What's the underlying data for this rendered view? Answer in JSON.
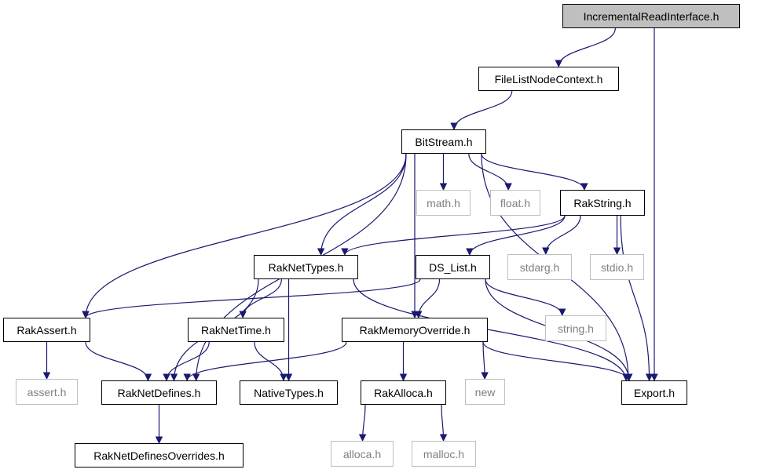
{
  "diagram": {
    "title": "",
    "nodes": [
      {
        "id": "IncrementalReadInterface",
        "label": "IncrementalReadInterface.h",
        "style": "root",
        "link": false
      },
      {
        "id": "FileListNodeContext",
        "label": "FileListNodeContext.h",
        "style": "solid",
        "link": true
      },
      {
        "id": "BitStream",
        "label": "BitStream.h",
        "style": "solid",
        "link": true
      },
      {
        "id": "math",
        "label": "math.h",
        "style": "ext",
        "link": false
      },
      {
        "id": "float",
        "label": "float.h",
        "style": "ext",
        "link": false
      },
      {
        "id": "RakString",
        "label": "RakString.h",
        "style": "solid",
        "link": true
      },
      {
        "id": "RakNetTypes",
        "label": "RakNetTypes.h",
        "style": "solid",
        "link": true
      },
      {
        "id": "DS_List",
        "label": "DS_List.h",
        "style": "solid",
        "link": true
      },
      {
        "id": "stdarg",
        "label": "stdarg.h",
        "style": "ext",
        "link": false
      },
      {
        "id": "stdio",
        "label": "stdio.h",
        "style": "ext",
        "link": false
      },
      {
        "id": "RakAssert",
        "label": "RakAssert.h",
        "style": "solid",
        "link": true
      },
      {
        "id": "RakNetTime",
        "label": "RakNetTime.h",
        "style": "solid",
        "link": true
      },
      {
        "id": "RakMemoryOverride",
        "label": "RakMemoryOverride.h",
        "style": "solid",
        "link": true
      },
      {
        "id": "string",
        "label": "string.h",
        "style": "ext",
        "link": false
      },
      {
        "id": "assert",
        "label": "assert.h",
        "style": "ext",
        "link": false
      },
      {
        "id": "RakNetDefines",
        "label": "RakNetDefines.h",
        "style": "solid",
        "link": true
      },
      {
        "id": "NativeTypes",
        "label": "NativeTypes.h",
        "style": "solid",
        "link": true
      },
      {
        "id": "RakAlloca",
        "label": "RakAlloca.h",
        "style": "solid",
        "link": true
      },
      {
        "id": "new",
        "label": "new",
        "style": "ext",
        "link": false
      },
      {
        "id": "Export",
        "label": "Export.h",
        "style": "solid",
        "link": true
      },
      {
        "id": "RakNetDefinesOverrides",
        "label": "RakNetDefinesOverrides.h",
        "style": "solid",
        "link": true
      },
      {
        "id": "alloca",
        "label": "alloca.h",
        "style": "ext",
        "link": false
      },
      {
        "id": "malloc",
        "label": "malloc.h",
        "style": "ext",
        "link": false
      }
    ],
    "edges": [
      [
        "IncrementalReadInterface",
        "FileListNodeContext"
      ],
      [
        "IncrementalReadInterface",
        "Export"
      ],
      [
        "FileListNodeContext",
        "BitStream"
      ],
      [
        "BitStream",
        "math"
      ],
      [
        "BitStream",
        "float"
      ],
      [
        "BitStream",
        "RakString"
      ],
      [
        "BitStream",
        "RakNetTypes"
      ],
      [
        "BitStream",
        "RakAssert"
      ],
      [
        "BitStream",
        "RakNetDefines"
      ],
      [
        "BitStream",
        "RakMemoryOverride"
      ],
      [
        "BitStream",
        "Export"
      ],
      [
        "RakString",
        "RakNetTypes"
      ],
      [
        "RakString",
        "DS_List"
      ],
      [
        "RakString",
        "stdarg"
      ],
      [
        "RakString",
        "stdio"
      ],
      [
        "RakString",
        "Export"
      ],
      [
        "RakNetTypes",
        "RakNetTime"
      ],
      [
        "RakNetTypes",
        "NativeTypes"
      ],
      [
        "RakNetTypes",
        "RakNetDefines"
      ],
      [
        "RakNetTypes",
        "Export"
      ],
      [
        "DS_List",
        "RakAssert"
      ],
      [
        "DS_List",
        "RakMemoryOverride"
      ],
      [
        "DS_List",
        "string"
      ],
      [
        "DS_List",
        "Export"
      ],
      [
        "RakAssert",
        "assert"
      ],
      [
        "RakAssert",
        "RakNetDefines"
      ],
      [
        "RakNetTime",
        "RakNetDefines"
      ],
      [
        "RakNetTime",
        "NativeTypes"
      ],
      [
        "RakMemoryOverride",
        "RakNetDefines"
      ],
      [
        "RakMemoryOverride",
        "RakAlloca"
      ],
      [
        "RakMemoryOverride",
        "new"
      ],
      [
        "RakMemoryOverride",
        "Export"
      ],
      [
        "RakNetDefines",
        "RakNetDefinesOverrides"
      ],
      [
        "RakAlloca",
        "alloca"
      ],
      [
        "RakAlloca",
        "malloc"
      ]
    ],
    "colors": {
      "edge": "#191970",
      "root_fill": "#bfbfbf",
      "external_border": "#bfbfbf",
      "external_text": "#7f7f7f"
    }
  }
}
